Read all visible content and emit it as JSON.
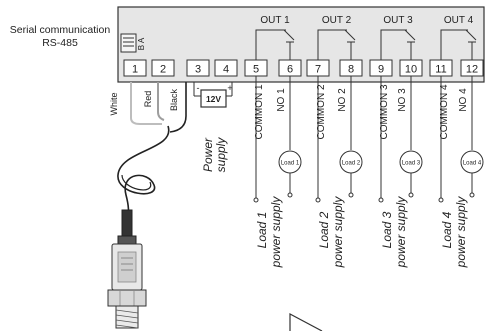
{
  "serial": {
    "line1": "Serial communication",
    "line2": "RS-485",
    "switch_label": "B A"
  },
  "terminals": [
    "1",
    "2",
    "3",
    "4",
    "5",
    "6",
    "7",
    "8",
    "9",
    "10",
    "11",
    "12"
  ],
  "wires": {
    "white": "White",
    "red": "Red",
    "black": "Black"
  },
  "power": {
    "voltage": "12V",
    "minus": "-",
    "plus": "+",
    "label_line1": "Power",
    "label_line2": "supply"
  },
  "outputs": [
    {
      "title": "OUT 1",
      "common": "COMMON 1",
      "no": "NO 1",
      "load": "Load 1",
      "supply_line1": "Load 1",
      "supply_line2": "power supply"
    },
    {
      "title": "OUT 2",
      "common": "COMMON 2",
      "no": "NO 2",
      "load": "Load 2",
      "supply_line1": "Load 2",
      "supply_line2": "power supply"
    },
    {
      "title": "OUT 3",
      "common": "COMMON 3",
      "no": "NO 3",
      "load": "Load 3",
      "supply_line1": "Load 3",
      "supply_line2": "power supply"
    },
    {
      "title": "OUT 4",
      "common": "COMMON 4",
      "no": "NO 4",
      "load": "Load 4",
      "supply_line1": "Load 4",
      "supply_line2": "power supply"
    }
  ],
  "colors": {
    "housing": "#e6e6e6",
    "stroke": "#333333",
    "terminal": "#ffffff",
    "white_wire": "#bdbdbd",
    "red_wire": "#9e9e9e",
    "black_wire": "#222222"
  }
}
